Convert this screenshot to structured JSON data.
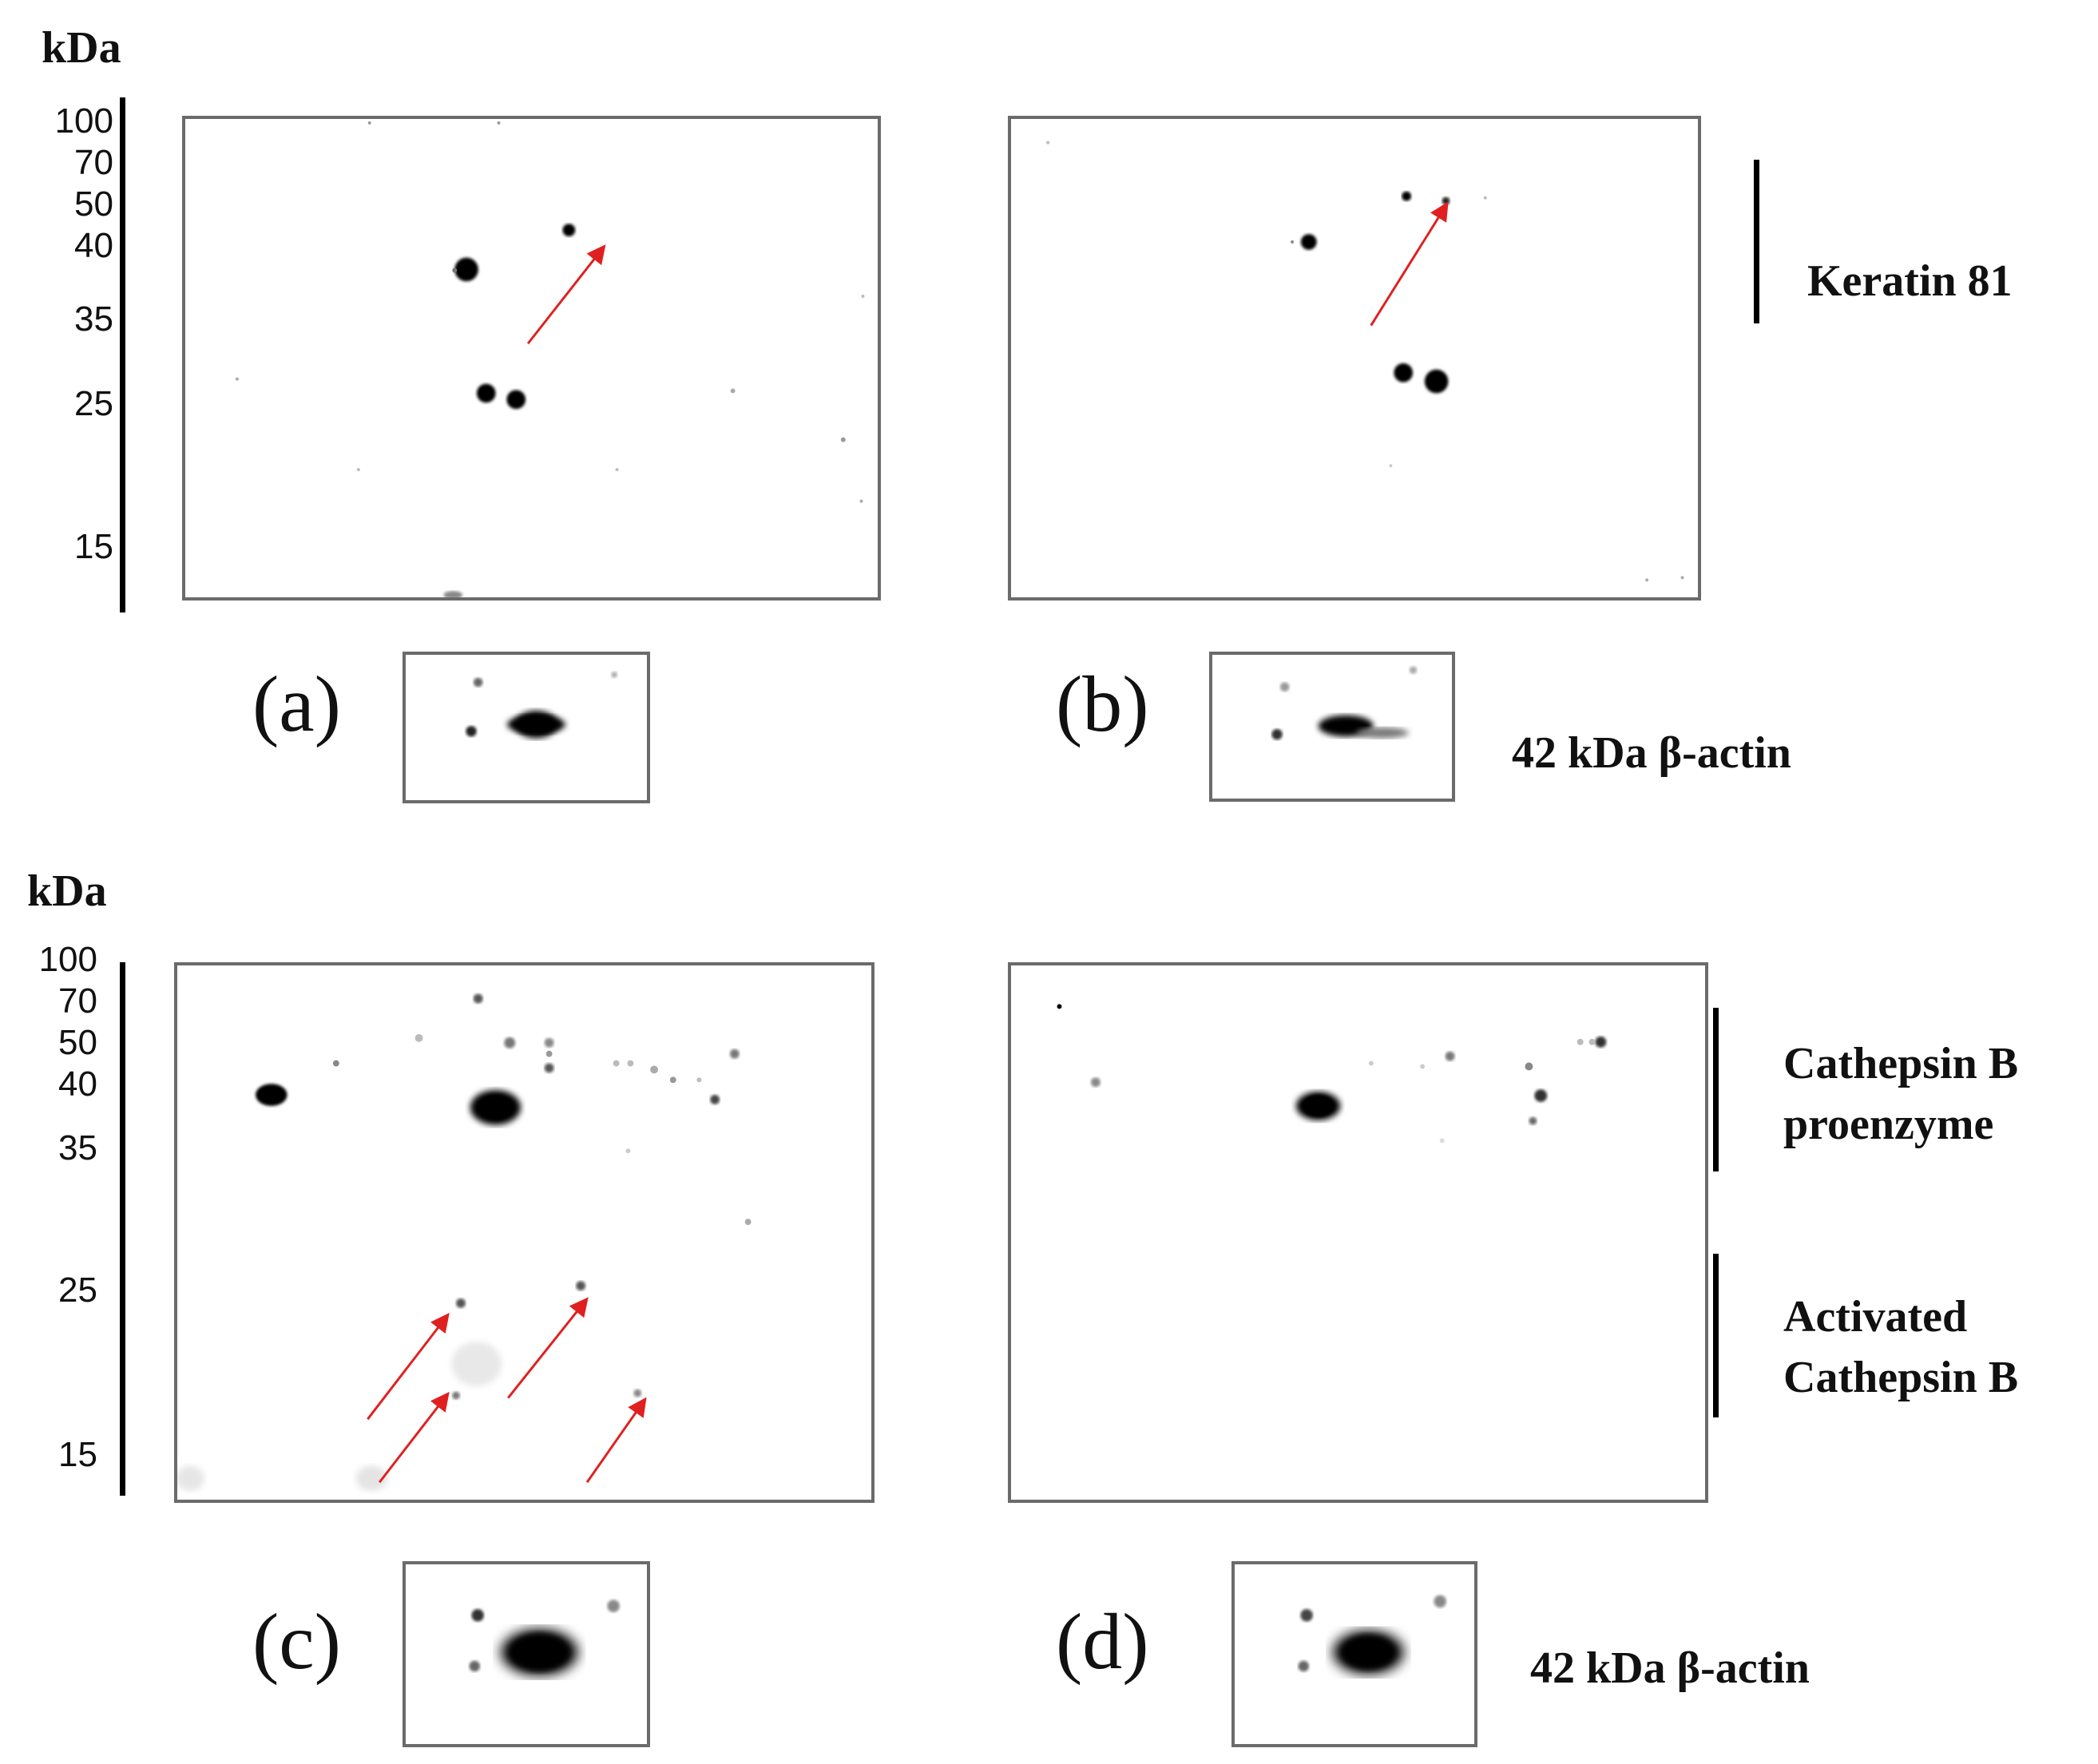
{
  "top": {
    "unit_label": "kDa",
    "ticks": [
      "100",
      "70",
      "50",
      "40",
      "35",
      "25",
      "15"
    ],
    "panel_a_label": "(a)",
    "panel_b_label": "(b)",
    "keratin_label": "Keratin 81",
    "actin_label": "42 kDa β-actin"
  },
  "bottom": {
    "unit_label": "kDa",
    "ticks": [
      "100",
      "70",
      "50",
      "40",
      "35",
      "25",
      "15"
    ],
    "panel_c_label": "(c)",
    "panel_d_label": "(d)",
    "proenzyme_label_line1": "Cathepsin B",
    "proenzyme_label_line2": "proenzyme",
    "activated_label_line1": "Activated",
    "activated_label_line2": "Cathepsin B",
    "actin_label": "42 kDa β-actin"
  },
  "colors": {
    "arrow": "#e02020",
    "frame": "#6b6b6b",
    "spot": "#000000"
  }
}
